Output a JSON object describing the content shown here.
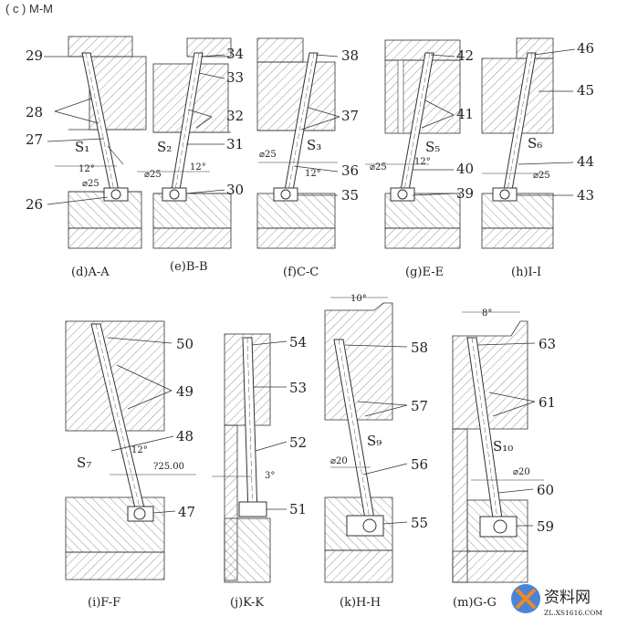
{
  "header": "( c ) M-M",
  "colors": {
    "hatch": "#777777",
    "line": "#333333",
    "wm_blue": "#1f6fd1",
    "wm_orange": "#f08a24"
  },
  "views": [
    {
      "caption": "(d)A-A",
      "s_label": "S₁",
      "angle": "12°",
      "dia": "⌀25",
      "numbers": [
        "29",
        "28",
        "27",
        "26"
      ]
    },
    {
      "caption": "(e)B-B",
      "s_label": "S₂",
      "angle": "12°",
      "dia": "⌀25",
      "numbers": [
        "34",
        "33",
        "32",
        "31",
        "30"
      ]
    },
    {
      "caption": "(f)C-C",
      "s_label": "S₃",
      "angle": "12°",
      "dia": "⌀25",
      "numbers": [
        "38",
        "37",
        "36",
        "35"
      ]
    },
    {
      "caption": "(g)E-E",
      "s_label": "S₅",
      "angle": "12°",
      "dia": "⌀25",
      "numbers": [
        "42",
        "41",
        "40",
        "39"
      ]
    },
    {
      "caption": "(h)I-I",
      "s_label": "S₆",
      "dia": "⌀25",
      "numbers": [
        "46",
        "45",
        "44",
        "43"
      ]
    },
    {
      "caption": "(i)F-F",
      "s_label": "S₇",
      "angle": "12°",
      "dia": "?25.00",
      "numbers": [
        "50",
        "49",
        "48",
        "47"
      ]
    },
    {
      "caption": "(j)K-K",
      "angle": "3°",
      "numbers": [
        "54",
        "53",
        "52",
        "51"
      ]
    },
    {
      "caption": "(k)H-H",
      "s_label": "S₉",
      "angle": "10°",
      "dia": "⌀20",
      "numbers": [
        "58",
        "57",
        "56",
        "55"
      ]
    },
    {
      "caption": "(m)G-G",
      "s_label": "S₁₀",
      "angle": "8°",
      "dia": "⌀20",
      "numbers": [
        "63",
        "61",
        "60",
        "59"
      ]
    }
  ],
  "watermark": {
    "text": "资料网",
    "url": "ZL.XS1616.COM"
  }
}
